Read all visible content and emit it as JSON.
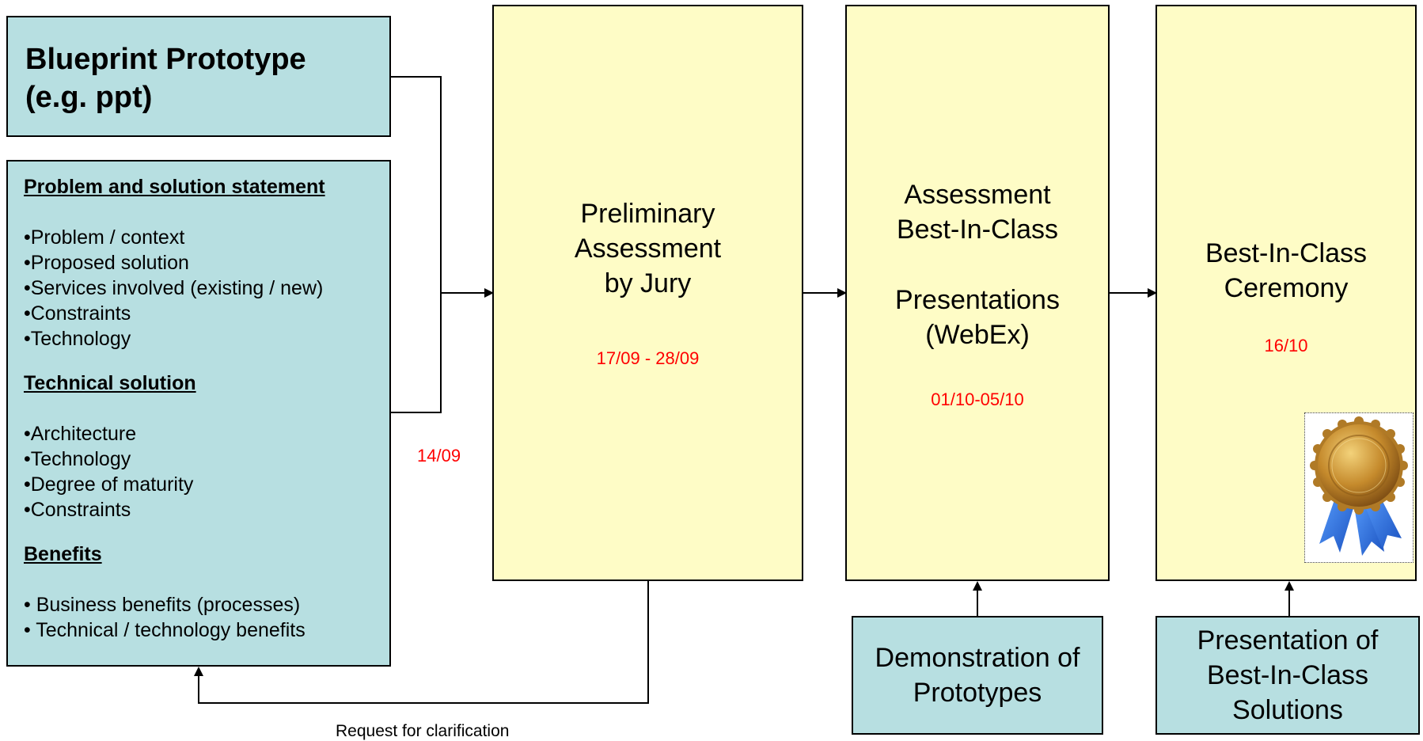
{
  "blueprint": {
    "title": "Blueprint Prototype\n(e.g. ppt)"
  },
  "document": {
    "sections": [
      {
        "heading": "Problem and solution statement",
        "items": [
          "•Problem / context",
          "•Proposed solution",
          "•Services involved (existing / new)",
          "•Constraints",
          "•Technology"
        ]
      },
      {
        "heading": "Technical solution",
        "items": [
          "•Architecture",
          "•Technology",
          "•Degree of maturity",
          "•Constraints"
        ]
      },
      {
        "heading": "Benefits",
        "items": [
          "• Business benefits (processes)",
          "• Technical / technology benefits"
        ]
      }
    ]
  },
  "submission_date": "14/09",
  "stages": {
    "preliminary": {
      "title": "Preliminary\nAssessment\nby Jury",
      "date": "17/09 - 28/09"
    },
    "assessment": {
      "title": "Assessment\nBest-In-Class\n\nPresentations\n(WebEx)",
      "date": "01/10-05/10"
    },
    "ceremony": {
      "title": "Best-In-Class\nCeremony",
      "date": "16/10"
    }
  },
  "inputs": {
    "demonstration": "Demonstration of\nPrototypes",
    "presentation": "Presentation of\nBest-In-Class\nSolutions"
  },
  "feedback_label": "Request for clarification",
  "colors": {
    "teal": "#b7dfe1",
    "yellow": "#fefcc6",
    "date": "#ff0000"
  },
  "icons": {
    "award": "award-seal-icon"
  }
}
